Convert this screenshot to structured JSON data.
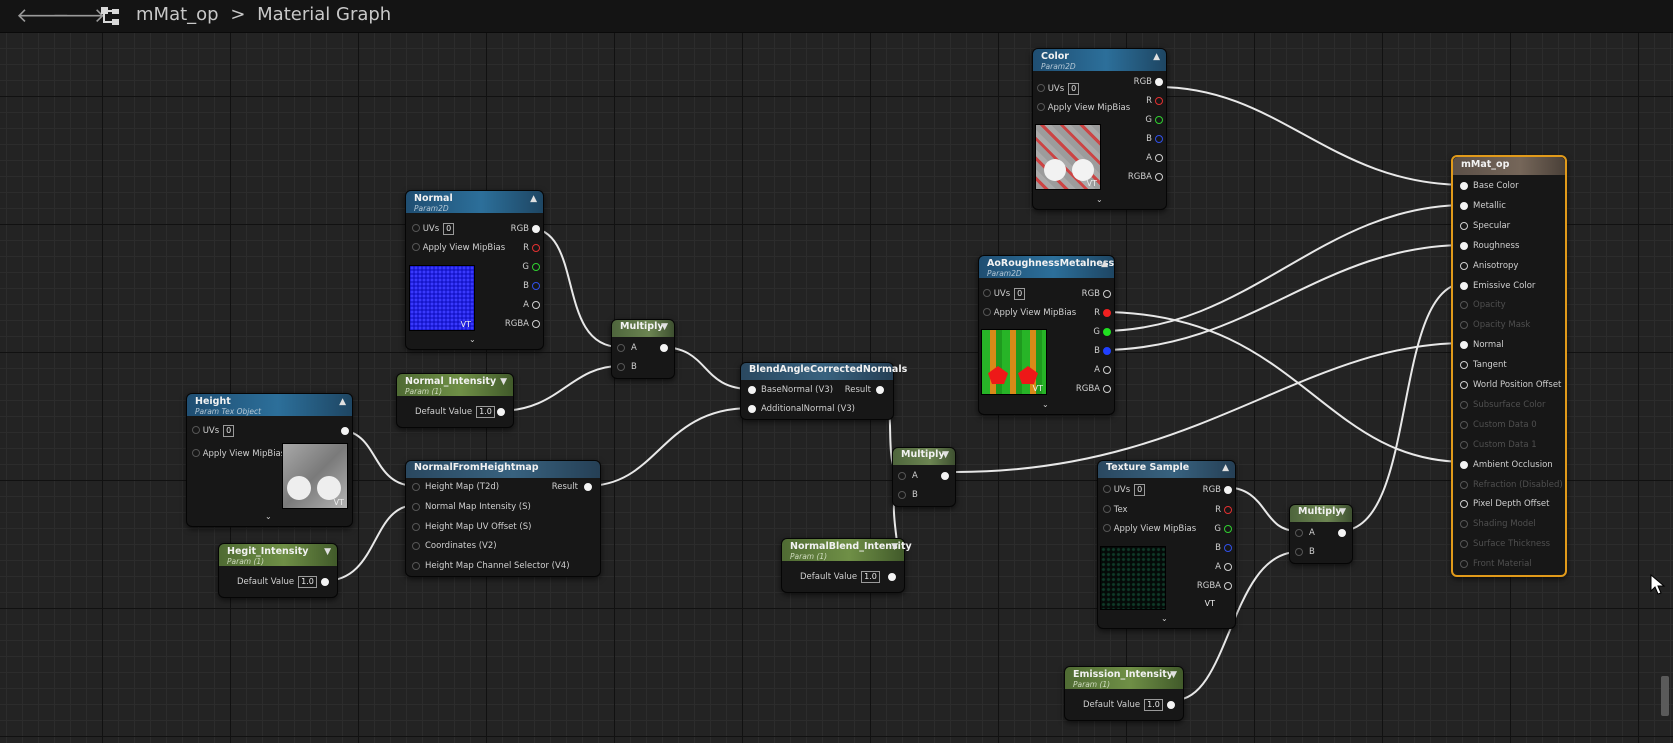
{
  "toolbar": {
    "back_icon": "arrow-left-icon",
    "forward_icon": "arrow-right-icon",
    "graph_icon": "graph-tree-icon",
    "breadcrumb": [
      "mMat_op",
      "Material Graph"
    ],
    "separator": ">"
  },
  "nodes": {
    "color": {
      "title": "Color",
      "subtitle": "Param2D",
      "uvs_label": "UVs",
      "uvs_value": "0",
      "mip_label": "Apply View MipBias",
      "outputs": [
        "RGB",
        "R",
        "G",
        "B",
        "A",
        "RGBA"
      ],
      "vt": "VT"
    },
    "normal": {
      "title": "Normal",
      "subtitle": "Param2D",
      "uvs_label": "UVs",
      "uvs_value": "0",
      "mip_label": "Apply View MipBias",
      "outputs": [
        "RGB",
        "R",
        "G",
        "B",
        "A",
        "RGBA"
      ],
      "vt": "VT"
    },
    "aorm": {
      "title": "AoRoughnessMetalness",
      "subtitle": "Param2D",
      "uvs_label": "UVs",
      "uvs_value": "0",
      "mip_label": "Apply View MipBias",
      "outputs": [
        "RGB",
        "R",
        "G",
        "B",
        "A",
        "RGBA"
      ],
      "vt": "VT"
    },
    "height": {
      "title": "Height",
      "subtitle": "Param Tex Object",
      "uvs_label": "UVs",
      "uvs_value": "0",
      "mip_label": "Apply View MipBias",
      "vt": "VT"
    },
    "normal_intensity": {
      "title": "Normal_Intensity",
      "subtitle": "Param (1)",
      "label": "Default Value",
      "value": "1.0"
    },
    "height_intensity": {
      "title": "Hegit_Intensity",
      "subtitle": "Param (1)",
      "label": "Default Value",
      "value": "1.0"
    },
    "normalblend_intensity": {
      "title": "NormalBlend_Intensity",
      "subtitle": "Param (1)",
      "label": "Default Value",
      "value": "1.0"
    },
    "emission_intensity": {
      "title": "Emission_Intensity",
      "subtitle": "Param (1)",
      "label": "Default Value",
      "value": "1.0"
    },
    "multiply1": {
      "title": "Multiply",
      "a": "A",
      "b": "B"
    },
    "multiply2": {
      "title": "Multiply",
      "a": "A",
      "b": "B"
    },
    "multiply3": {
      "title": "Multiply",
      "a": "A",
      "b": "B"
    },
    "nfh": {
      "title": "NormalFromHeightmap",
      "inputs": [
        "Height Map (T2d)",
        "Normal Map Intensity (S)",
        "Height Map UV Offset (S)",
        "Coordinates (V2)",
        "Height Map Channel Selector (V4)"
      ],
      "output": "Result"
    },
    "bacn": {
      "title": "BlendAngleCorrectedNormals",
      "inputs": [
        "BaseNormal (V3)",
        "AdditionalNormal (V3)"
      ],
      "output": "Result"
    },
    "texsample": {
      "title": "Texture Sample",
      "uvs_label": "UVs",
      "uvs_value": "0",
      "tex_label": "Tex",
      "mip_label": "Apply View MipBias",
      "outputs": [
        "RGB",
        "R",
        "G",
        "B",
        "A",
        "RGBA"
      ],
      "vt": "VT"
    },
    "result": {
      "title": "mMat_op",
      "inputs": [
        {
          "label": "Base Color",
          "active": true,
          "connected": true
        },
        {
          "label": "Metallic",
          "active": true,
          "connected": true
        },
        {
          "label": "Specular",
          "active": true,
          "connected": false
        },
        {
          "label": "Roughness",
          "active": true,
          "connected": true
        },
        {
          "label": "Anisotropy",
          "active": true,
          "connected": false
        },
        {
          "label": "Emissive Color",
          "active": true,
          "connected": true
        },
        {
          "label": "Opacity",
          "active": false,
          "connected": false
        },
        {
          "label": "Opacity Mask",
          "active": false,
          "connected": false
        },
        {
          "label": "Normal",
          "active": true,
          "connected": true
        },
        {
          "label": "Tangent",
          "active": true,
          "connected": false
        },
        {
          "label": "World Position Offset",
          "active": true,
          "connected": false
        },
        {
          "label": "Subsurface Color",
          "active": false,
          "connected": false
        },
        {
          "label": "Custom Data 0",
          "active": false,
          "connected": false
        },
        {
          "label": "Custom Data 1",
          "active": false,
          "connected": false
        },
        {
          "label": "Ambient Occlusion",
          "active": true,
          "connected": true
        },
        {
          "label": "Refraction (Disabled)",
          "active": false,
          "connected": false
        },
        {
          "label": "Pixel Depth Offset",
          "active": true,
          "connected": false
        },
        {
          "label": "Shading Model",
          "active": false,
          "connected": false
        },
        {
          "label": "Surface Thickness",
          "active": false,
          "connected": false
        },
        {
          "label": "Front Material",
          "active": false,
          "connected": false
        }
      ]
    }
  },
  "colors": {
    "result_border": "#e19a1a",
    "wire": "#e8e8e8",
    "r_pin": "#e33030",
    "g_pin": "#30d030",
    "b_pin": "#3050e8"
  }
}
